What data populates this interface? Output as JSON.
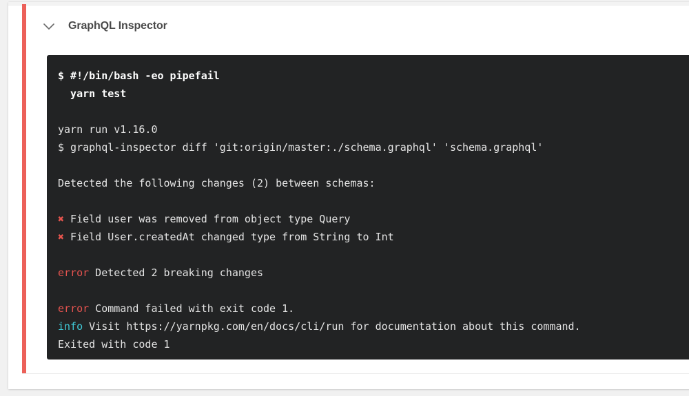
{
  "page": {
    "background_color": "#f1f1f1",
    "card_background": "#ffffff",
    "status_color": "#ec6059",
    "terminal_background": "#222324"
  },
  "header": {
    "icon": "chevron-down-icon",
    "title": "GraphQL Inspector"
  },
  "terminal": {
    "lines": [
      {
        "id": "l1",
        "type": "command",
        "text": "$ #!/bin/bash -eo pipefail"
      },
      {
        "id": "l2",
        "type": "command",
        "text": "  yarn test"
      },
      {
        "id": "l3",
        "type": "blank",
        "text": ""
      },
      {
        "id": "l4",
        "type": "output",
        "text": "yarn run v1.16.0"
      },
      {
        "id": "l5",
        "type": "output",
        "text": "$ graphql-inspector diff 'git:origin/master:./schema.graphql' 'schema.graphql'"
      },
      {
        "id": "l6",
        "type": "blank",
        "text": ""
      },
      {
        "id": "l7",
        "type": "output",
        "text": "Detected the following changes (2) between schemas:"
      },
      {
        "id": "l8",
        "type": "blank",
        "text": ""
      },
      {
        "id": "l9",
        "type": "failure",
        "marker": "✖",
        "text": "Field user was removed from object type Query"
      },
      {
        "id": "l10",
        "type": "failure",
        "marker": "✖",
        "text": "Field User.createdAt changed type from String to Int"
      },
      {
        "id": "l11",
        "type": "blank",
        "text": ""
      },
      {
        "id": "l12",
        "type": "error",
        "label": "error",
        "text": "Detected 2 breaking changes"
      },
      {
        "id": "l13",
        "type": "blank",
        "text": ""
      },
      {
        "id": "l14",
        "type": "error",
        "label": "error",
        "text": "Command failed with exit code 1."
      },
      {
        "id": "l15",
        "type": "info",
        "label": "info",
        "text": "Visit https://yarnpkg.com/en/docs/cli/run for documentation about this command."
      },
      {
        "id": "l16",
        "type": "output",
        "text": "Exited with code 1"
      }
    ],
    "colors": {
      "error_label": "#e5534f",
      "info_label": "#3fc8d6",
      "failure_marker": "#e8554e",
      "text": "#e9e9e9"
    }
  }
}
